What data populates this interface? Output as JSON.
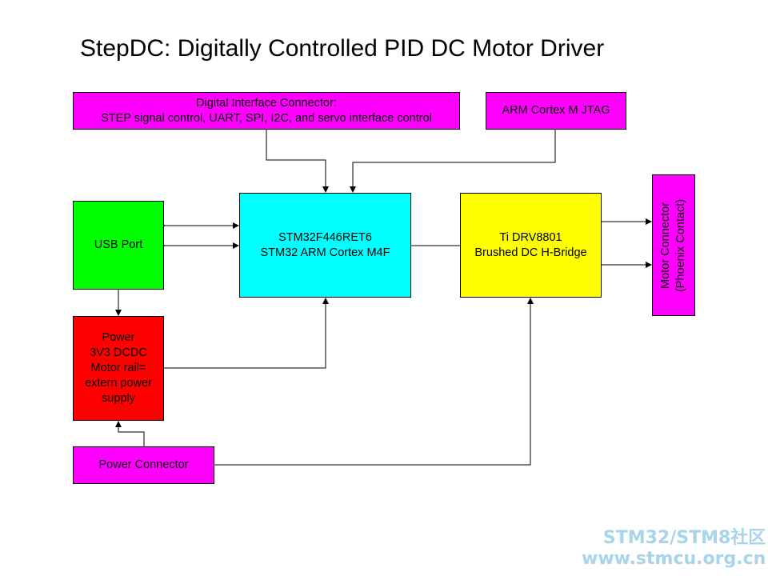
{
  "title": "StepDC: Digitally Controlled PID DC Motor Driver",
  "colors": {
    "magenta": "#ff00ff",
    "cyan": "#00ffff",
    "green": "#00ff00",
    "red": "#ff0000",
    "yellow": "#ffff00"
  },
  "blocks": {
    "digital_interface": {
      "line1": "Digital Interface Connector:",
      "line2": "STEP signal control, UART, SPI, I2C, and servo interface control"
    },
    "jtag": {
      "line1": "ARM Cortex M JTAG"
    },
    "mcu": {
      "line1": "STM32F446RET6",
      "line2": "STM32 ARM Cortex M4F"
    },
    "usb": {
      "line1": "USB Port"
    },
    "driver": {
      "line1": "Ti DRV8801",
      "line2": "Brushed DC H-Bridge"
    },
    "motor_connector": {
      "line1": "Motor Connector",
      "line2": "(Phoenix Contact)"
    },
    "power": {
      "line1": "Power",
      "line2": "3V3 DCDC",
      "line3": "Motor rail=",
      "line4": "extern power",
      "line5": "supply"
    },
    "power_connector": {
      "line1": "Power Connector"
    }
  },
  "watermark": {
    "line1": "STM32/STM8社区",
    "line2": "www.stmcu.org.cn"
  }
}
